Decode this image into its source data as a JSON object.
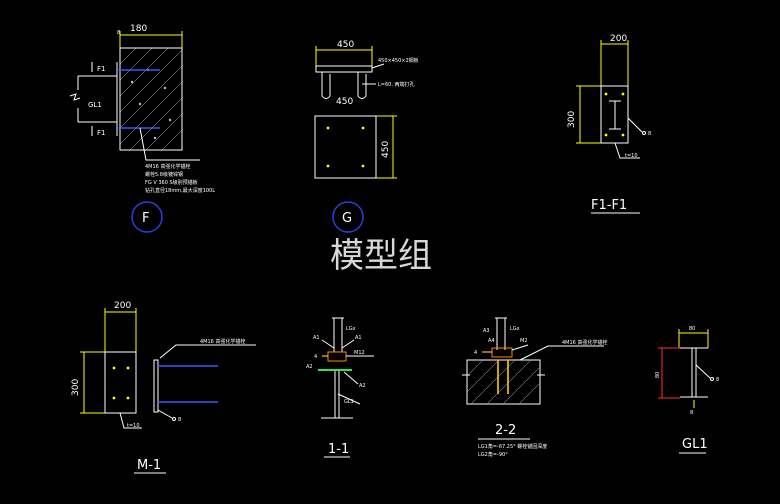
{
  "watermark": "模型组",
  "detail_F": {
    "dim_top": "180",
    "dim_small": "8",
    "label_f1_top": "F1",
    "label_f1_bottom": "F1",
    "label_gl1": "GL1",
    "note_1": "4M16 高强化学锚栓",
    "note_2": "螺栓5.8级镀锌钢",
    "note_3": "FG V 360 S级别预锚板",
    "note_4": "钻孔直径18mm,最大深度100L",
    "circle_label": "F"
  },
  "detail_G": {
    "dim_top": "450",
    "dim_mid": "450",
    "dim_side": "450",
    "note_1": "450×450×2钢板",
    "note_2": "L=60, 两端打孔",
    "circle_label": "G"
  },
  "detail_F1F1": {
    "dim_top": "200",
    "dim_side": "300",
    "weld_label": "8",
    "note_t": "t=10",
    "title": "F1-F1"
  },
  "detail_M1": {
    "dim_top": "200",
    "dim_side": "300",
    "note_anchor": "4M16 高强化学锚栓",
    "weld_label": "8",
    "note_t": "t=10",
    "title": "M-1"
  },
  "detail_11": {
    "label_lgx": "LGx",
    "label_a1": "A1",
    "label_a1b": "A1",
    "label_a2": "A2",
    "label_a2b": "A2",
    "label_m": "M12",
    "label_gl1": "GL1",
    "label_4": "4",
    "title": "1-1"
  },
  "detail_22": {
    "label_lgx": "LGx",
    "label_a3": "A3",
    "label_a4": "A4",
    "label_m": "M2",
    "note_anchor": "4M16 高强化学锚栓",
    "label_4": "4",
    "title": "2-2",
    "note_1": "LG1角=-67.25° 螺栓锚固深度",
    "note_2": "LG2角=-90°"
  },
  "detail_GL1": {
    "dim_top": "80",
    "dim_side": "80",
    "dim_small": "8",
    "weld_label": "8",
    "title": "GL1"
  },
  "colors": {
    "background": "#000000",
    "outline": "#ffffff",
    "dimension": "#ffff00",
    "callout": "#3a57ff",
    "section": "#ff3030"
  }
}
